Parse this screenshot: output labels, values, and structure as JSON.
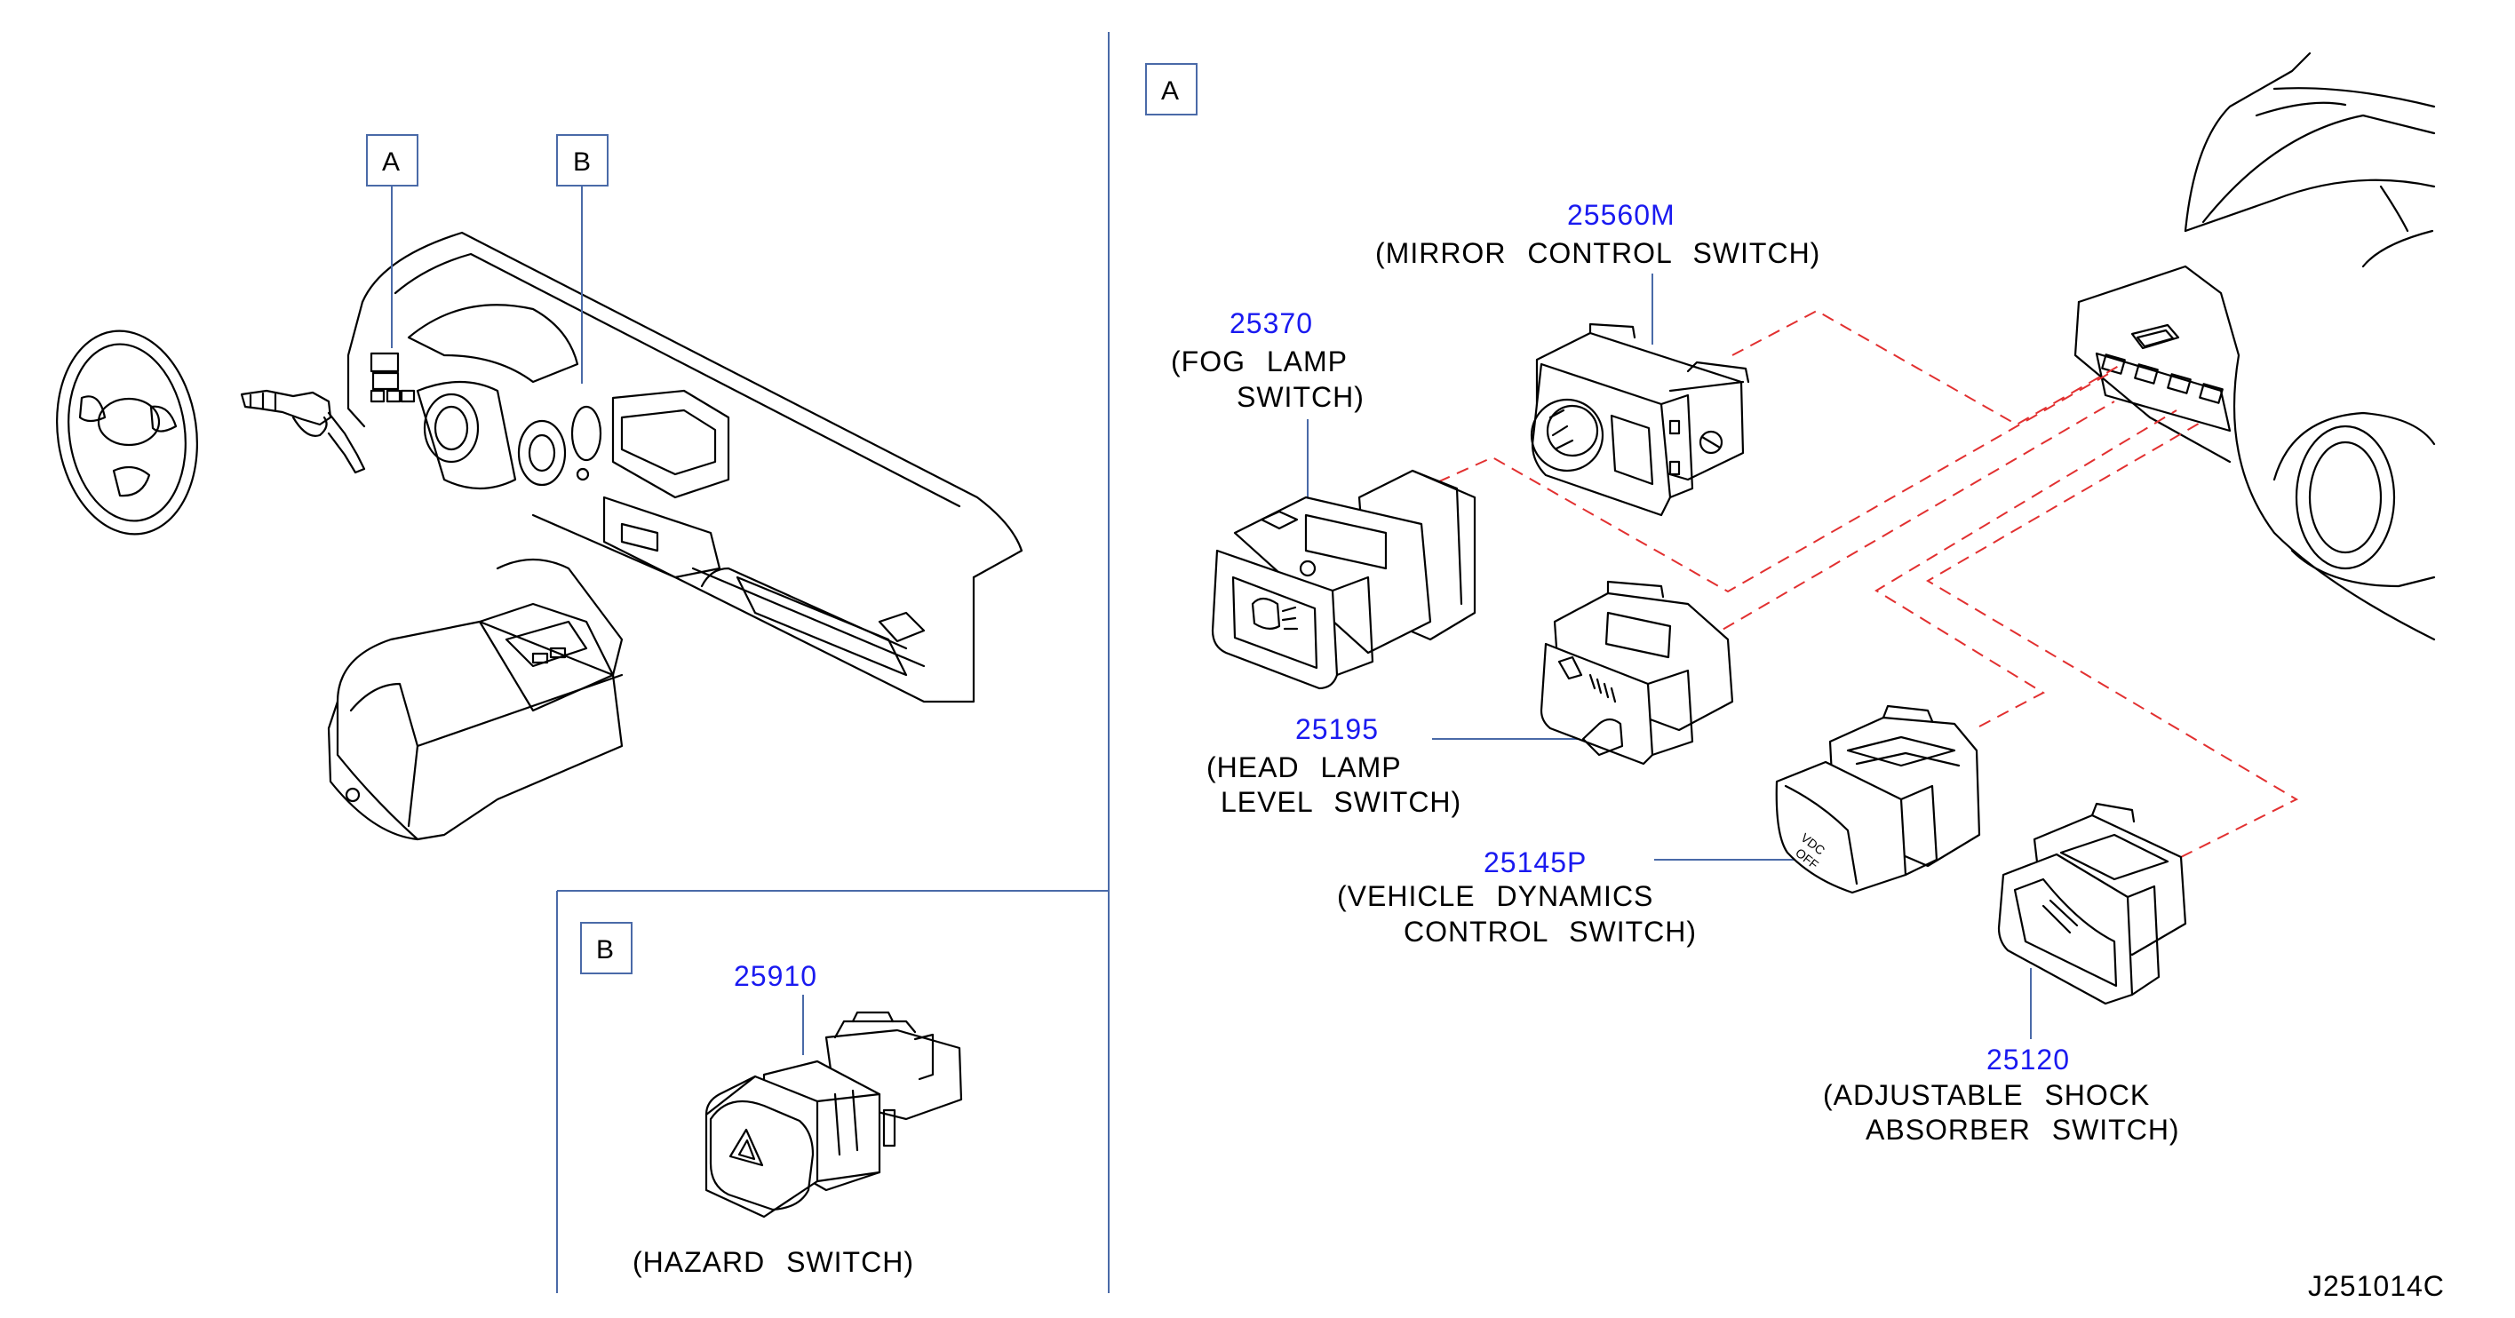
{
  "section_labels": {
    "a_top_callout": "A",
    "b_top_callout": "B",
    "a_panel": "A",
    "b_panel": "B"
  },
  "parts": {
    "mirror": {
      "number": "25560M",
      "name": "(MIRROR  CONTROL  SWITCH)"
    },
    "fog": {
      "number": "25370",
      "name_line1": "(FOG  LAMP",
      "name_line2": "SWITCH)"
    },
    "head_lamp": {
      "number": "25195",
      "name_line1": "(HEAD  LAMP",
      "name_line2": "LEVEL  SWITCH)"
    },
    "vdc": {
      "number": "25145P",
      "name_line1": "(VEHICLE  DYNAMICS",
      "name_line2": "CONTROL  SWITCH)"
    },
    "shock": {
      "number": "25120",
      "name_line1": "(ADJUSTABLE  SHOCK",
      "name_line2": "ABSORBER  SWITCH)"
    },
    "hazard": {
      "number": "25910",
      "name": "(HAZARD  SWITCH)"
    }
  },
  "switch_markings": {
    "vdc_text_1": "VDC",
    "vdc_text_2": "OFF"
  },
  "diagram_code": "J251014C",
  "colors": {
    "part_number": "#1a1af0",
    "leader": "#4a6aa8",
    "dashed_connector": "#e23030",
    "line_art": "#000000"
  }
}
